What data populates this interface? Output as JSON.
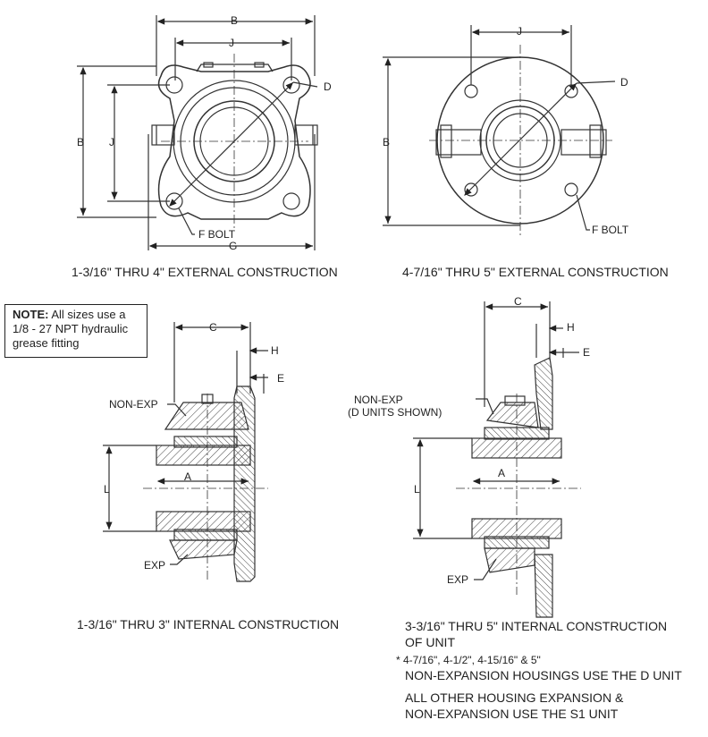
{
  "top_left": {
    "caption": "1-3/16\" THRU 4\" EXTERNAL CONSTRUCTION",
    "labels": {
      "b_top": "B",
      "j_top": "J",
      "b_side": "B",
      "j_side": "J",
      "d": "D",
      "f_bolt": "F BOLT",
      "g": "G"
    }
  },
  "top_right": {
    "caption": "4-7/16\" THRU 5\" EXTERNAL CONSTRUCTION",
    "labels": {
      "j_top": "J",
      "b_side": "B",
      "d": "D",
      "f_bolt": "F BOLT"
    }
  },
  "note": {
    "bold": "NOTE:",
    "text": "All sizes use a 1/8 - 27 NPT hydraulic grease fitting"
  },
  "bottom_left": {
    "caption": "1-3/16\" THRU 3\" INTERNAL CONSTRUCTION",
    "labels": {
      "c": "C",
      "h": "H",
      "e": "E",
      "non_exp": "NON-EXP",
      "a": "A",
      "l": "L",
      "exp": "EXP"
    }
  },
  "bottom_right": {
    "caption_line1": "3-3/16\" THRU 5\" INTERNAL CONSTRUCTION",
    "caption_line2": "OF UNIT",
    "footnote_line1": "* 4-7/16\", 4-1/2\", 4-15/16\" & 5\"",
    "footnote_line2": "NON-EXPANSION HOUSINGS USE THE D UNIT",
    "footnote_line3": "ALL OTHER HOUSING EXPANSION &",
    "footnote_line4": "NON-EXPANSION USE THE S1 UNIT",
    "labels": {
      "c": "C",
      "h": "H",
      "e": "E",
      "non_exp": "NON-EXP",
      "d_units": "(D UNITS SHOWN)",
      "a": "A",
      "l": "L",
      "exp": "EXP"
    }
  }
}
